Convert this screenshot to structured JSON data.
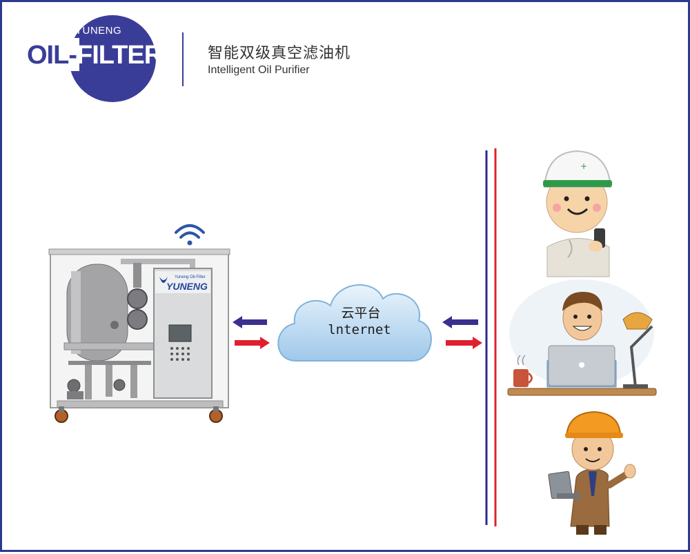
{
  "header": {
    "brand_top": "YUNENG",
    "brand_oil": "OIL",
    "brand_dash": "-",
    "brand_filter": "FILTER",
    "title_cn": "智能双级真空滤油机",
    "title_en": "Intelligent Oil Purifier"
  },
  "machine": {
    "logo_small": "Yuneng Oil-Filter",
    "logo_main": "YUNENG"
  },
  "cloud": {
    "label_cn": "云平台",
    "label_en": "lnternet"
  },
  "colors": {
    "frame": "#2b3a8c",
    "brand_circle": "#3a3d98",
    "arrow_blue": "#3b2f8f",
    "arrow_red": "#e0202e",
    "line_blue": "#2b2a8c",
    "line_red": "#e0202e"
  },
  "icons": [
    "wifi-icon",
    "cloud-icon",
    "oil-purifier-machine",
    "worker-helmet-phone",
    "office-worker-laptop",
    "engineer-laptop"
  ]
}
